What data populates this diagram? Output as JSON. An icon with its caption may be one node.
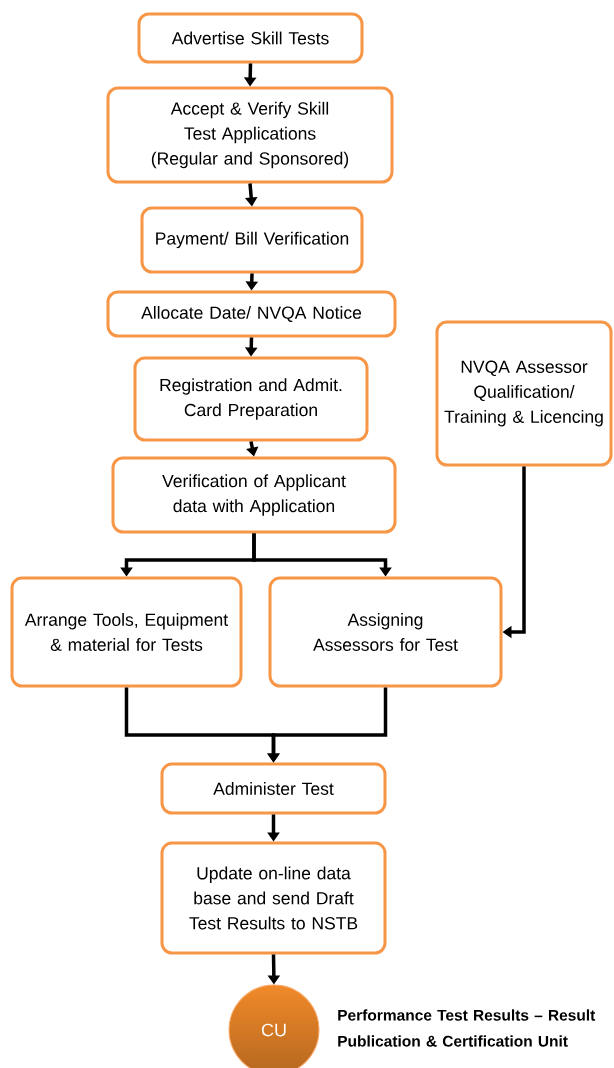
{
  "diagram": {
    "nodes": [
      {
        "text": [
          "Advertise Skill Tests"
        ]
      },
      {
        "text": [
          "Accept & Verify Skill Test Applications (Regular and Sponsored)"
        ]
      },
      {
        "text": [
          "Payment/ Bill Verification"
        ]
      },
      {
        "text": [
          "Allocate Date/ NVQA Notice"
        ]
      },
      {
        "text": [
          "NVQA Assessor Qualification/ Training & Licencing"
        ]
      },
      {
        "text": [
          "Registration and Admit. Card Preparation"
        ]
      },
      {
        "text": [
          "Verification of Applicant data with Application"
        ]
      },
      {
        "text": [
          "Arrange Tools, Equipment & material for Tests"
        ]
      },
      {
        "text": [
          "Assigning Assessors for Test"
        ]
      },
      {
        "text": [
          "Administer Test"
        ]
      },
      {
        "text": [
          "Update on-line data base and send Draft Test Results to NSTB"
        ]
      },
      {
        "text": [
          "CU"
        ],
        "beside": [
          "Performance Test Results – Result Publication & Certification Unit"
        ]
      }
    ],
    "edges": [
      {
        "from": 0,
        "to": 1,
        "arrow": "to"
      },
      {
        "from": 1,
        "to": 2,
        "arrow": "to"
      },
      {
        "from": 2,
        "to": 3,
        "arrow": "to"
      },
      {
        "from": 3,
        "to": 5,
        "arrow": "to"
      },
      {
        "from": 5,
        "to": 6,
        "arrow": "to"
      },
      {
        "from": 6,
        "to": 7,
        "arrow": "to"
      },
      {
        "from": 6,
        "to": 8,
        "arrow": "to"
      },
      {
        "from": 4,
        "to": 8,
        "arrow": "to"
      },
      {
        "from": 7,
        "to": 9,
        "arrow": "to"
      },
      {
        "from": 8,
        "to": 9,
        "arrow": "to"
      },
      {
        "from": 9,
        "to": 10,
        "arrow": "to"
      },
      {
        "from": 10,
        "to": 11,
        "arrow": "to"
      }
    ]
  }
}
